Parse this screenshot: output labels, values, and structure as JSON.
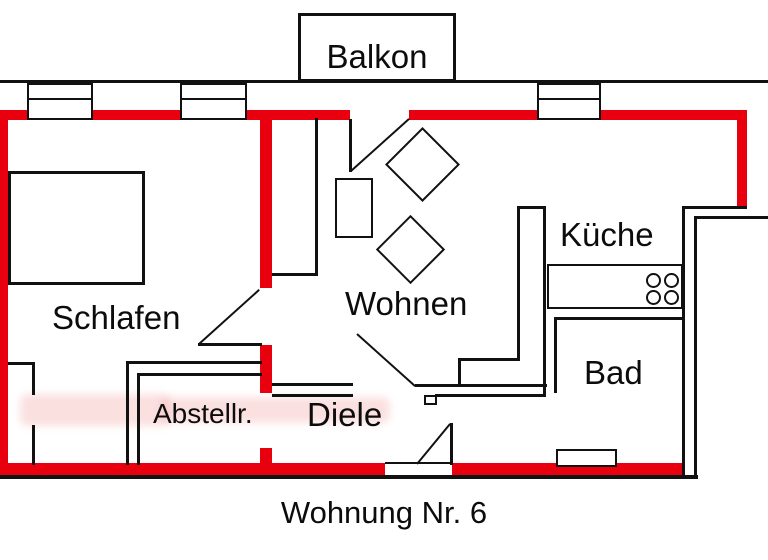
{
  "caption": "Wohnung Nr. 6",
  "rooms": {
    "balkon": "Balkon",
    "schlafen": "Schlafen",
    "wohnen": "Wohnen",
    "kueche": "Küche",
    "bad": "Bad",
    "abstellraum": "Abstellr.",
    "diele": "Diele"
  },
  "colors": {
    "wall_red": "#e8000e",
    "line_black": "#111111",
    "background": "#ffffff",
    "watermark_pink": "#f3a0a0"
  }
}
